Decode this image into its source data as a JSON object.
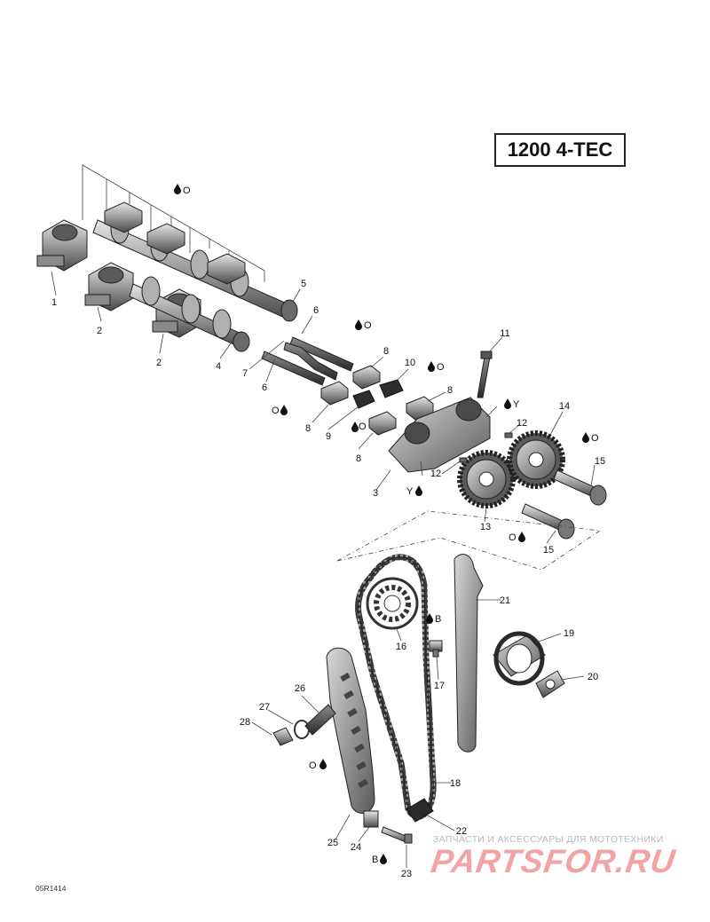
{
  "model_label": "1200 4-TEC",
  "reference_code": "05R1414",
  "watermark": {
    "tagline": "ЗАПЧАСТИ И АКСЕССУАРЫ ДЛЯ МОТОТЕХНИКИ",
    "brand": "PARTSFOR.RU"
  },
  "callouts": [
    {
      "id": "c1",
      "text": "1"
    },
    {
      "id": "c2a",
      "text": "2"
    },
    {
      "id": "c2b",
      "text": "2"
    },
    {
      "id": "c4",
      "text": "4"
    },
    {
      "id": "c5",
      "text": "5"
    },
    {
      "id": "c6a",
      "text": "6"
    },
    {
      "id": "c7",
      "text": "7"
    },
    {
      "id": "c6b",
      "text": "6"
    },
    {
      "id": "c8a",
      "text": "8"
    },
    {
      "id": "c10",
      "text": "10"
    },
    {
      "id": "c8b",
      "text": "8"
    },
    {
      "id": "c8c",
      "text": "8"
    },
    {
      "id": "c9",
      "text": "9"
    },
    {
      "id": "c8d",
      "text": "8"
    },
    {
      "id": "c11",
      "text": "11"
    },
    {
      "id": "c12a",
      "text": "12"
    },
    {
      "id": "c14",
      "text": "14"
    },
    {
      "id": "c12b",
      "text": "12"
    },
    {
      "id": "c3",
      "text": "3"
    },
    {
      "id": "c15a",
      "text": "15"
    },
    {
      "id": "c13",
      "text": "13"
    },
    {
      "id": "c15b",
      "text": "15"
    },
    {
      "id": "c21",
      "text": "21"
    },
    {
      "id": "c16",
      "text": "16"
    },
    {
      "id": "c17",
      "text": "17"
    },
    {
      "id": "c19",
      "text": "19"
    },
    {
      "id": "c20",
      "text": "20"
    },
    {
      "id": "c26",
      "text": "26"
    },
    {
      "id": "c27",
      "text": "27"
    },
    {
      "id": "c28",
      "text": "28"
    },
    {
      "id": "c18",
      "text": "18"
    },
    {
      "id": "c22",
      "text": "22"
    },
    {
      "id": "c25",
      "text": "25"
    },
    {
      "id": "c24",
      "text": "24"
    },
    {
      "id": "c23",
      "text": "23"
    }
  ],
  "lube_symbols": [
    {
      "id": "l1",
      "letter": "O"
    },
    {
      "id": "l2",
      "letter": "O"
    },
    {
      "id": "l3",
      "letter": "O"
    },
    {
      "id": "l4",
      "letter": "O"
    },
    {
      "id": "l5",
      "letter": "O"
    },
    {
      "id": "l6",
      "letter": "Y"
    },
    {
      "id": "l7",
      "letter": "Y"
    },
    {
      "id": "l8",
      "letter": "O"
    },
    {
      "id": "l9",
      "letter": "O"
    },
    {
      "id": "l10",
      "letter": "B"
    },
    {
      "id": "l11",
      "letter": "O"
    },
    {
      "id": "l12",
      "letter": "B"
    }
  ]
}
